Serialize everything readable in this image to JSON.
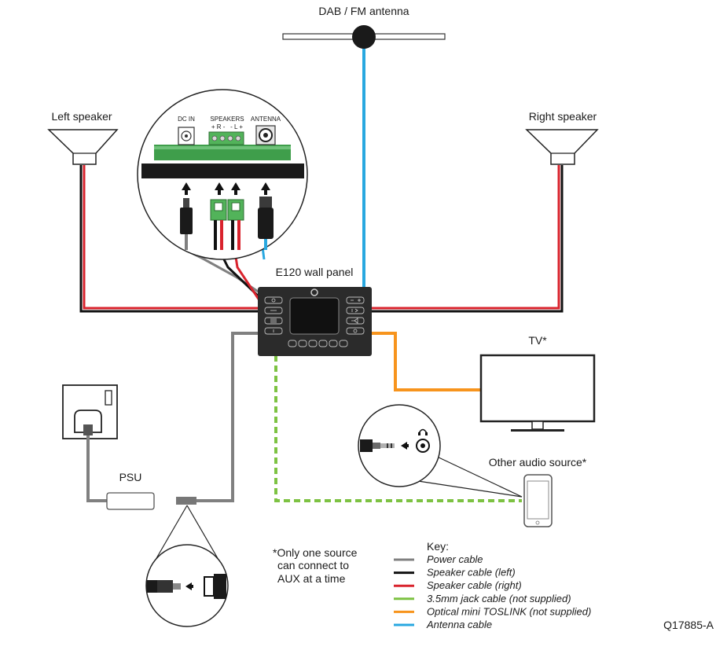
{
  "labels": {
    "antenna": "DAB / FM antenna",
    "left_speaker": "Left speaker",
    "right_speaker": "Right speaker",
    "wall_panel": "E120 wall panel",
    "tv": "TV*",
    "other_audio": "Other audio source*",
    "psu": "PSU",
    "note_line1": "*Only one source",
    "note_line2": "can connect to",
    "note_line3": "AUX at a time",
    "ref_code": "Q17885-A"
  },
  "connector_panel": {
    "dc_in": "DC IN",
    "speakers": "SPEAKERS",
    "speakers_polarity": "+ R -   - L +",
    "antenna": "ANTENNA"
  },
  "key": {
    "title": "Key:",
    "items": [
      {
        "label": "Power cable",
        "color": "#808080"
      },
      {
        "label": "Speaker cable (left)",
        "color": "#111111"
      },
      {
        "label": "Speaker cable (right)",
        "color": "#d9232d"
      },
      {
        "label": "3.5mm jack cable (not supplied)",
        "color": "#7dc242"
      },
      {
        "label": "Optical mini TOSLINK (not supplied)",
        "color": "#f7941d"
      },
      {
        "label": "Antenna cable",
        "color": "#29a8e0"
      }
    ]
  },
  "colors": {
    "power": "#808080",
    "speaker_left": "#111111",
    "speaker_right": "#d9232d",
    "jack": "#7dc242",
    "optical": "#f7941d",
    "antenna": "#29a8e0",
    "panel": "#2b2b2b",
    "terminal": "#52b35a"
  }
}
